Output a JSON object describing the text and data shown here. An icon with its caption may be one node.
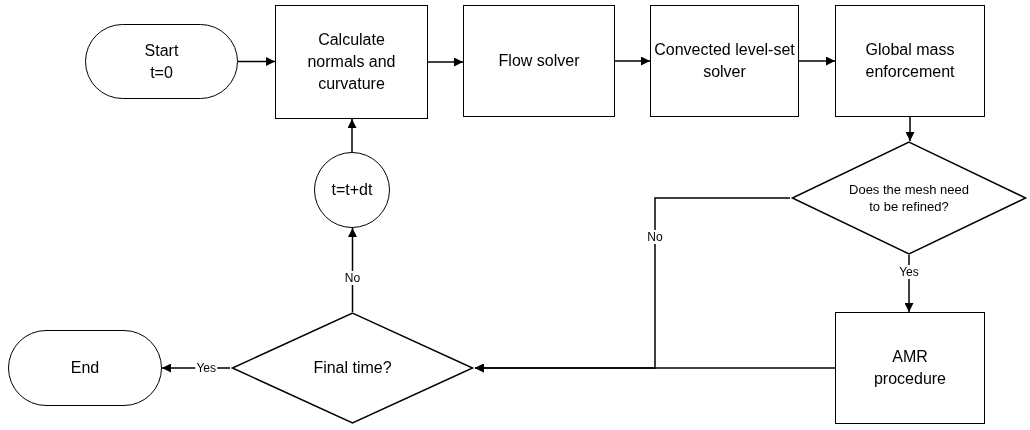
{
  "diagram": {
    "nodes": [
      {
        "text": [
          "Start t=0"
        ]
      },
      {
        "text": [
          "Calculate normals and curvature"
        ]
      },
      {
        "text": [
          "Flow solver"
        ]
      },
      {
        "text": [
          "Convected level-set solver"
        ]
      },
      {
        "text": [
          "Global mass enforcement"
        ]
      },
      {
        "text": [
          "Does the mesh need to be refined?"
        ]
      },
      {
        "text": [
          "AMR procedure"
        ]
      },
      {
        "text": [
          "Final time?"
        ]
      },
      {
        "text": [
          "End"
        ]
      },
      {
        "text": [
          "t=t+dt"
        ]
      }
    ],
    "edges": [
      {
        "from": 0,
        "to": 1,
        "arrow": "to"
      },
      {
        "from": 1,
        "to": 2,
        "arrow": "to"
      },
      {
        "from": 2,
        "to": 3,
        "arrow": "to"
      },
      {
        "from": 3,
        "to": 4,
        "arrow": "to"
      },
      {
        "from": 4,
        "to": 5,
        "arrow": "to"
      },
      {
        "from": 5,
        "to": 6,
        "arrow": "to",
        "label": "Yes"
      },
      {
        "from": 5,
        "to": 7,
        "arrow": "to",
        "label": "No"
      },
      {
        "from": 6,
        "to": 7,
        "arrow": "to"
      },
      {
        "from": 7,
        "to": 9,
        "arrow": "to",
        "label": "No"
      },
      {
        "from": 9,
        "to": 1,
        "arrow": "to"
      },
      {
        "from": 7,
        "to": 8,
        "arrow": "to",
        "label": "Yes"
      }
    ]
  }
}
